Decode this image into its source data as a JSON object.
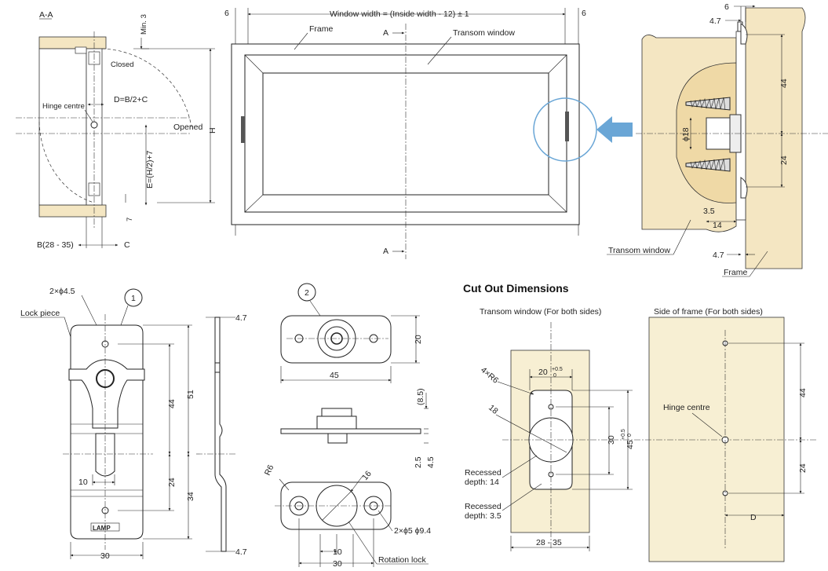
{
  "section_view": {
    "title": "A-A",
    "labels": {
      "min3": "Min. 3",
      "closed": "Closed",
      "hinge_centre": "Hinge centre",
      "d_formula": "D=B/2+C",
      "opened": "Opened",
      "h": "H",
      "e_formula": "E=(H/2)+7",
      "seven": "7",
      "b_range": "B(28 - 35)",
      "c": "C"
    }
  },
  "front_view": {
    "window_width": "Window width = (Inside width - 12) ± 1",
    "six_left": "6",
    "six_right": "6",
    "frame": "Frame",
    "transom_window": "Transom window",
    "section_a_top": "A",
    "section_a_bottom": "A"
  },
  "detail_view": {
    "six": "6",
    "four_seven_top": "4.7",
    "four_seven_bottom": "4.7",
    "dim_44": "44",
    "dim_24": "24",
    "phi18": "ϕ18",
    "three_five": "3.5",
    "fourteen": "14",
    "transom_window": "Transom window",
    "frame": "Frame"
  },
  "part1": {
    "number": "1",
    "holes": "2×ϕ4.5",
    "lock_piece": "Lock piece",
    "brand": "LAMP",
    "dim_44": "44",
    "dim_51": "51",
    "dim_24": "24",
    "dim_34": "34",
    "dim_10": "10",
    "dim_30": "30",
    "side_47_top": "4.7",
    "side_47_bottom": "4.7"
  },
  "part2": {
    "number": "2",
    "dim_20": "20",
    "dim_45": "45",
    "dim_85": "(8.5)",
    "dim_25": "2.5",
    "dim_45b": "4.5",
    "r6": "R6",
    "dim_16": "16",
    "holes": "2×ϕ5 ϕ9.4",
    "dim_10": "10",
    "dim_30": "30",
    "rotation_lock": "Rotation lock"
  },
  "cutout": {
    "heading": "Cut Out Dimensions",
    "transom_caption": "Transom window (For both sides)",
    "frame_caption": "Side of frame (For both sides)",
    "dim_20": "20",
    "dim_20_tol_top": "+0.5",
    "dim_20_tol_bot": "0",
    "four_r6": "4×R6",
    "eighteen": "18",
    "recessed14_a": "Recessed",
    "recessed14_b": "depth: 14",
    "recessed35_a": "Recessed",
    "recessed35_b": "depth: 3.5",
    "dim_30": "30",
    "dim_45": "45",
    "dim_45_tol_top": "+0.5",
    "dim_45_tol_bot": "0",
    "dim_2835": "28 - 35",
    "hinge_centre": "Hinge centre",
    "dim_44": "44",
    "dim_24": "24",
    "d": "D"
  },
  "colors": {
    "wood": "#f4e6c2",
    "panel": "#f7efd3",
    "highlight": "#6aa6d6"
  }
}
